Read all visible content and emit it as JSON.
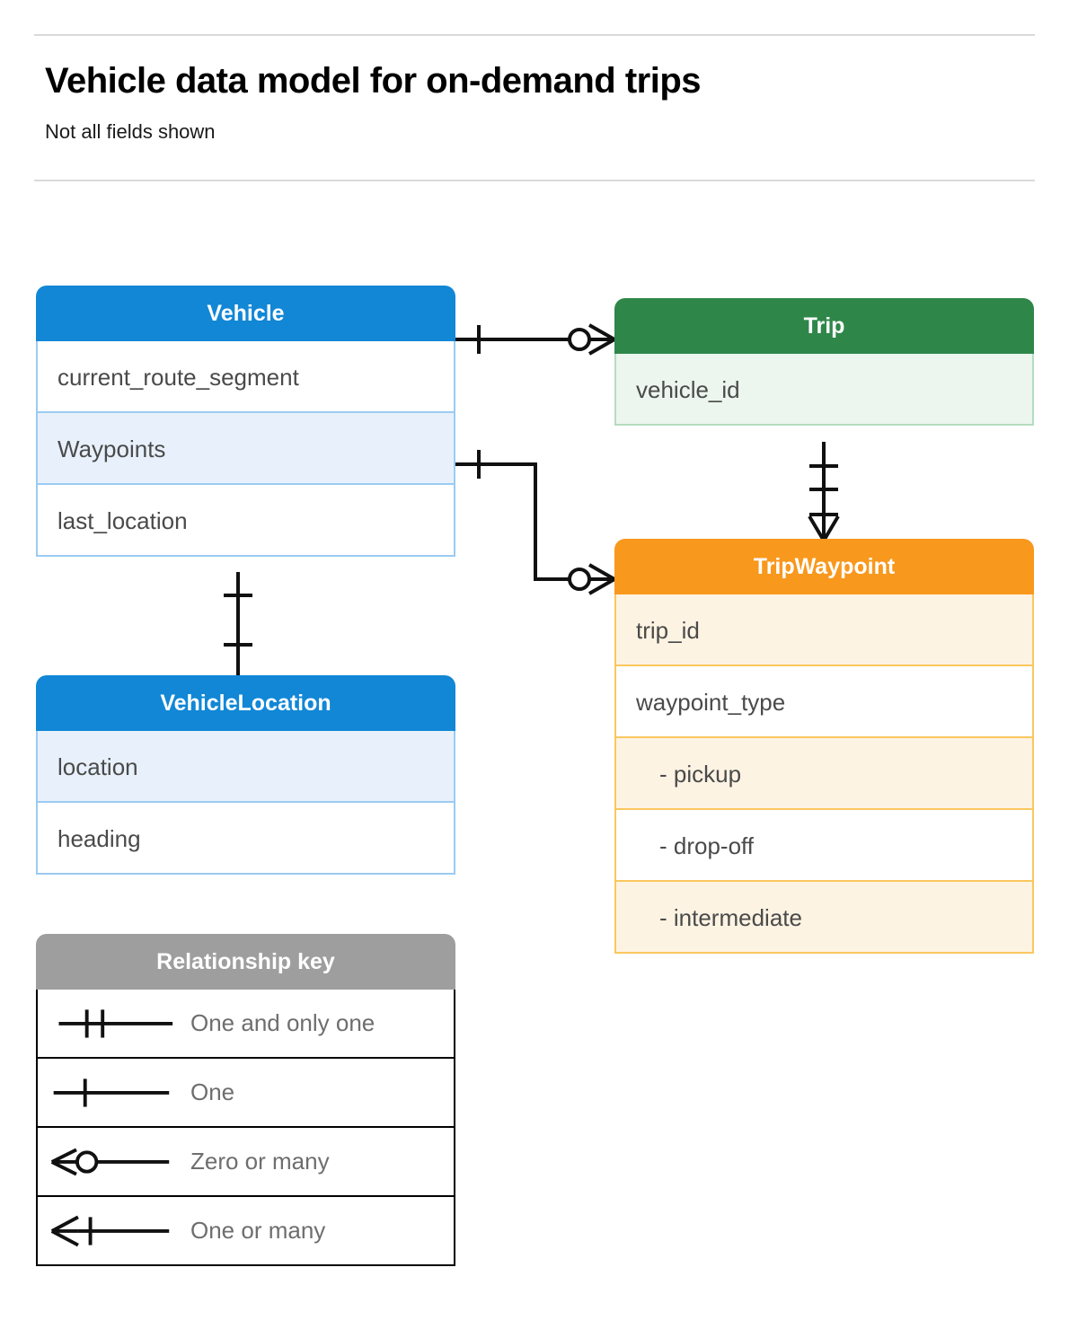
{
  "header": {
    "title": "Vehicle data model for on-demand trips",
    "subtitle": "Not all fields shown"
  },
  "entities": {
    "vehicle": {
      "name": "Vehicle",
      "color": "#1187d6",
      "fields": [
        {
          "label": "current_route_segment"
        },
        {
          "label": "Waypoints"
        },
        {
          "label": "last_location"
        }
      ]
    },
    "vehicle_location": {
      "name": "VehicleLocation",
      "color": "#1187d6",
      "fields": [
        {
          "label": "location"
        },
        {
          "label": "heading"
        }
      ]
    },
    "trip": {
      "name": "Trip",
      "color": "#2e8749",
      "fields": [
        {
          "label": "vehicle_id"
        }
      ]
    },
    "trip_waypoint": {
      "name": "TripWaypoint",
      "color": "#f8981d",
      "fields": [
        {
          "label": "trip_id"
        },
        {
          "label": "waypoint_type"
        },
        {
          "label": "-  pickup"
        },
        {
          "label": "-  drop-off"
        },
        {
          "label": "-  intermediate"
        }
      ]
    }
  },
  "legend": {
    "title": "Relationship key",
    "color": "#9e9e9e",
    "items": [
      {
        "symbol": "one-and-only-one-icon",
        "label": "One and only one"
      },
      {
        "symbol": "one-icon",
        "label": "One"
      },
      {
        "symbol": "zero-or-many-icon",
        "label": "Zero or many"
      },
      {
        "symbol": "one-or-many-icon",
        "label": "One or many"
      }
    ]
  },
  "relationships": [
    {
      "from": "Vehicle",
      "to": "Trip",
      "from_card": "one",
      "to_card": "zero or many"
    },
    {
      "from": "Vehicle.Waypoints",
      "to": "TripWaypoint",
      "from_card": "one",
      "to_card": "zero or many"
    },
    {
      "from": "Trip",
      "to": "TripWaypoint",
      "from_card": "one and only one",
      "to_card": "one or many"
    },
    {
      "from": "Vehicle",
      "to": "VehicleLocation",
      "from_card": "one",
      "to_card": "one"
    }
  ]
}
